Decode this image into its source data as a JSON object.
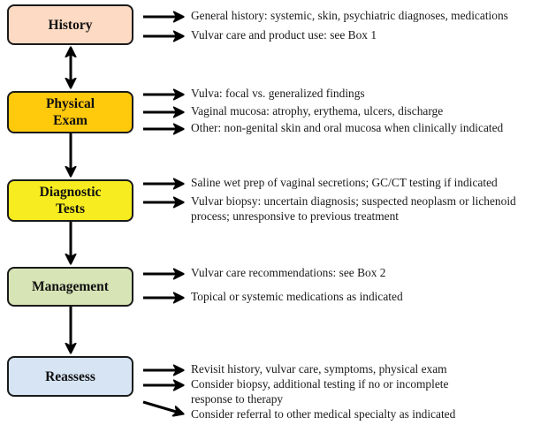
{
  "steps": [
    {
      "label": "History",
      "color": "#FCDAC3",
      "items": [
        "General history: systemic, skin, psychiatric diagnoses, medications",
        "Vulvar care and product use: see Box 1"
      ]
    },
    {
      "label": "Physical\nExam",
      "color": "#FFC90C",
      "items": [
        "Vulva: focal vs. generalized findings",
        "Vaginal mucosa: atrophy, erythema, ulcers, discharge",
        "Other: non-genital skin and oral mucosa when clinically indicated"
      ]
    },
    {
      "label": "Diagnostic\nTests",
      "color": "#F6EC1F",
      "items": [
        "Saline wet prep of vaginal secretions; GC/CT testing if indicated",
        "Vulvar biopsy: uncertain diagnosis; suspected neoplasm or lichenoid",
        "process; unresponsive to previous treatment"
      ]
    },
    {
      "label": "Management",
      "color": "#D7E4B6",
      "items": [
        "Vulvar care recommendations: see Box 2",
        "Topical or systemic medications as indicated"
      ]
    },
    {
      "label": "Reassess",
      "color": "#D6E4F4",
      "items": [
        "Revisit history, vulvar care, symptoms, physical exam",
        "Consider biopsy, additional testing if no or incomplete",
        "response to therapy",
        "Consider referral to other medical specialty as indicated"
      ]
    }
  ],
  "connections": [
    {
      "from": "History",
      "to": "Physical Exam",
      "type": "bidirectional"
    },
    {
      "from": "Physical Exam",
      "to": "Diagnostic Tests",
      "type": "forward"
    },
    {
      "from": "Diagnostic Tests",
      "to": "Management",
      "type": "forward"
    },
    {
      "from": "Management",
      "to": "Reassess",
      "type": "forward"
    }
  ]
}
